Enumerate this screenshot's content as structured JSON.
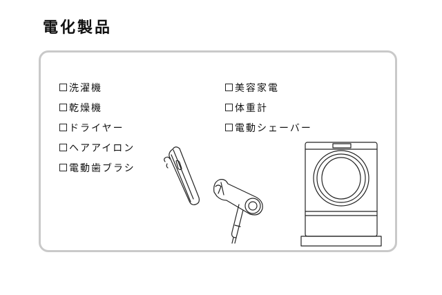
{
  "title": "電化製品",
  "checklist": {
    "left": [
      {
        "label": "洗濯機"
      },
      {
        "label": "乾燥機"
      },
      {
        "label": "ドライヤー"
      },
      {
        "label": "ヘアアイロン"
      },
      {
        "label": "電動歯ブラシ"
      }
    ],
    "right": [
      {
        "label": "美容家電"
      },
      {
        "label": "体重計"
      },
      {
        "label": "電動シェーバー"
      }
    ]
  },
  "illustrations": [
    "hair-straightener",
    "hair-dryer",
    "washing-machine"
  ]
}
